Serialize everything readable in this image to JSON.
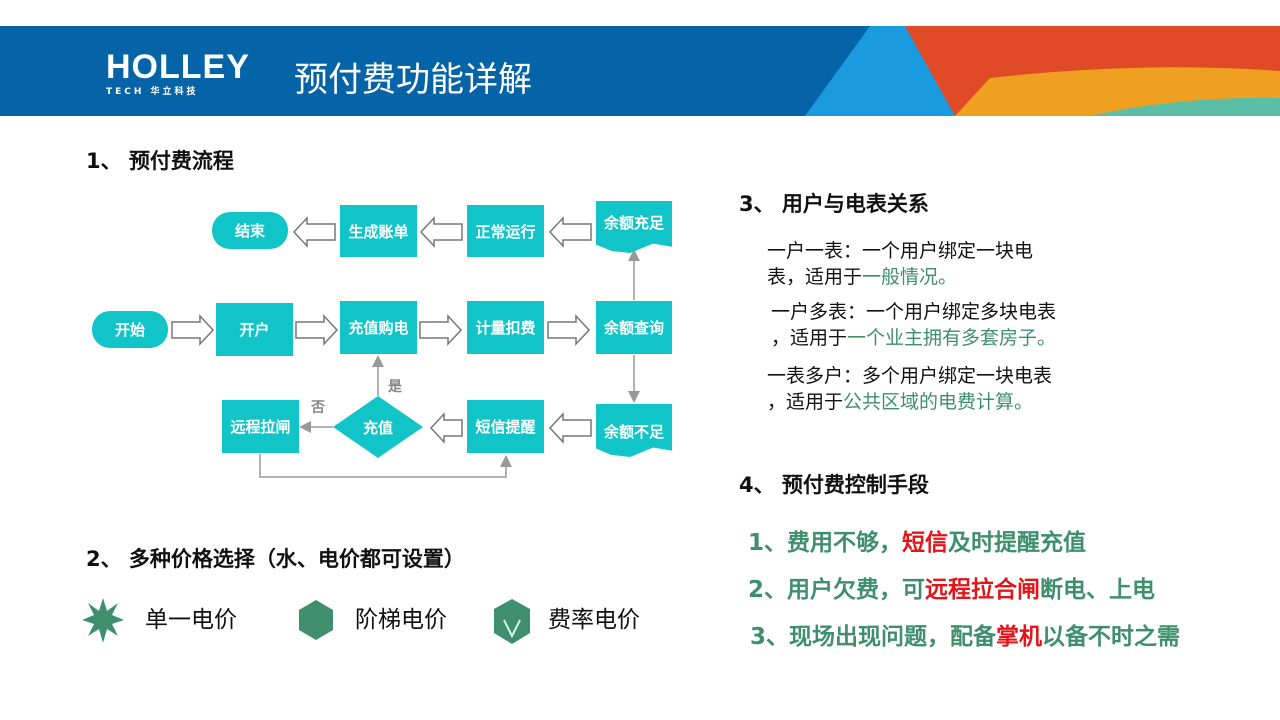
{
  "header": {
    "logo": "HOLLEY",
    "logo_sub": "TECH 华立科技",
    "title": "预付费功能详解"
  },
  "section1": {
    "heading": "1、 预付费流程",
    "nodes": {
      "end": "结束",
      "bill": "生成账单",
      "run": "正常运行",
      "enough": "余额充足",
      "start": "开始",
      "open": "开户",
      "recharge_buy": "充值购电",
      "meter": "计量扣费",
      "query": "余额查询",
      "cutoff": "远程拉闸",
      "recharge": "充值",
      "sms": "短信提醒",
      "low": "余额不足"
    },
    "yes": "是",
    "no": "否"
  },
  "section2": {
    "heading": "2、 多种价格选择（水、电价都可设置）",
    "items": [
      {
        "icon": "starburst-icon",
        "label": "单一电价"
      },
      {
        "icon": "hexagon-icon",
        "label": "阶梯电价"
      },
      {
        "icon": "hexagon-arrow-icon",
        "label": "费率电价"
      }
    ]
  },
  "section3": {
    "heading": "3、 用户与电表关系",
    "items": [
      {
        "l1": "一户一表：一个用户绑定一块电",
        "l2a": "表，适用于",
        "l2b": "一般情况。"
      },
      {
        "l1": "一户多表：一个用户绑定多块电表",
        "l2a": "，适用于",
        "l2b": "一个业主拥有多套房子。"
      },
      {
        "l1": "一表多户：多个用户绑定一块电表",
        "l2a": "，适用于",
        "l2b": "公共区域的电费计算。"
      }
    ]
  },
  "section4": {
    "heading": "4、 预付费控制手段",
    "items": [
      {
        "a": "1、费用不够，",
        "b": "短信",
        "c": "及时提醒充值"
      },
      {
        "a": "2、用户欠费，可",
        "b": "远程拉合闸",
        "c": "断电、上电"
      },
      {
        "a": "3、现场出现问题，配备",
        "b": "掌机",
        "c": "以备不时之需"
      }
    ]
  },
  "colors": {
    "header": "#0563a8",
    "node": "#11c4c8",
    "green": "#3f8f6f",
    "red": "#e0161a"
  }
}
